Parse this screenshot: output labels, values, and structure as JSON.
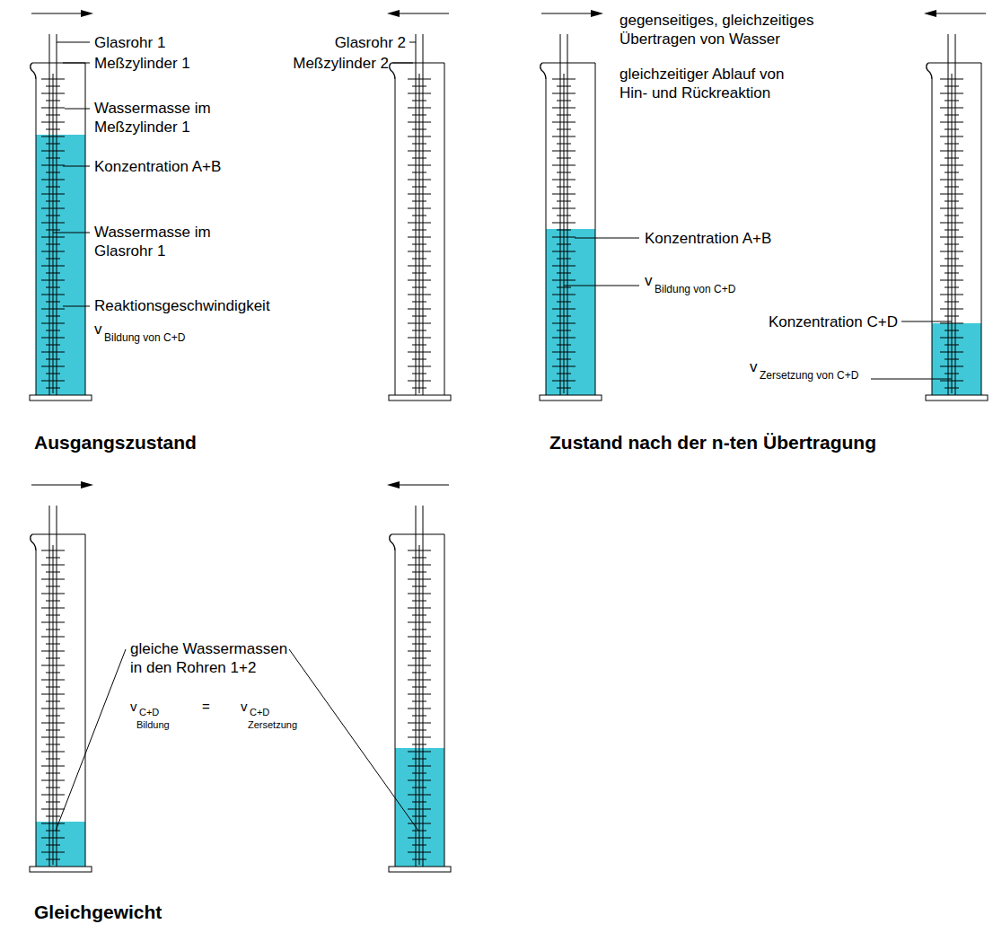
{
  "diagram": {
    "labels": [
      "Glasrohr 1",
      "Meßzylinder 1",
      "Wassermasse im Meßzylinder 1",
      "Konzentration A+B",
      "Wassermasse im Glasrohr 1",
      "Reaktionsgeschwindigkeit",
      "v",
      "Bildung von C+D",
      "Glasrohr 2",
      "Meßzylinder 2",
      "Ausgangszustand",
      "gegenseitiges, gleichzeitiges Übertragen von Wasser",
      "gleichzeitiger Ablauf von Hin- und Rückreaktion",
      "Konzentration A+B",
      "v",
      "Bildung von C+D",
      "Konzentration C+D",
      "v",
      "Zersetzung von C+D",
      "Zustand nach der n-ten Übertragung",
      "gleiche Wassermassen in den Rohren 1+2",
      "v",
      "C+D",
      "Bildung",
      "=",
      "v",
      "C+D",
      "Zersetzung",
      "Gleichgewicht"
    ]
  }
}
